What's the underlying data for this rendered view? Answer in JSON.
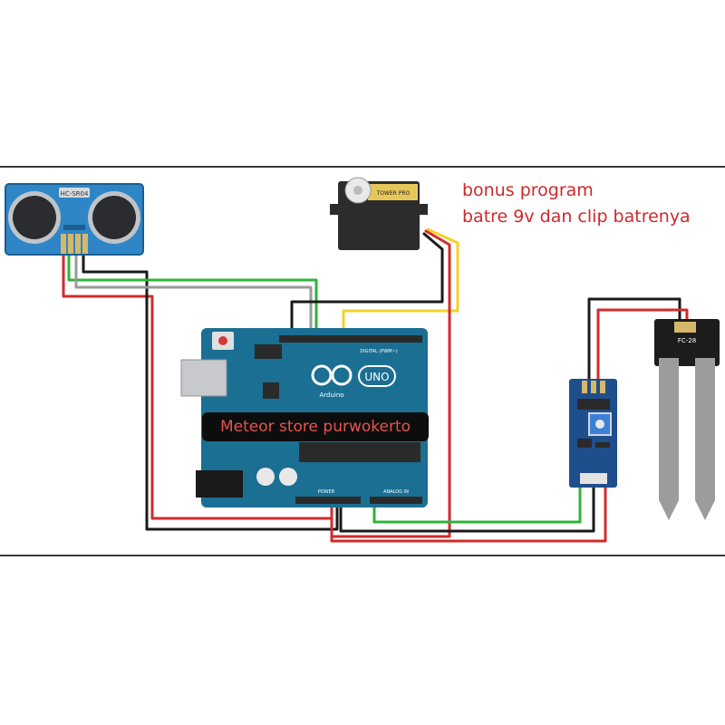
{
  "caption": {
    "line1": "bonus program",
    "line2": "batre 9v dan clip batrenya"
  },
  "watermark": "Meteor store purwokerto",
  "components": {
    "ultrasonic_label": "HC-SR04",
    "servo_label": "TOWER PRO",
    "arduino_brand": "Arduino",
    "arduino_model": "UNO",
    "arduino_digital_label": "DIGITAL (PWM~)",
    "arduino_analog_label": "ANALOG IN",
    "arduino_power_label": "POWER",
    "moisture_probe_label": "FC-28"
  },
  "colors": {
    "board": "#1b6f93",
    "sensor_blue": "#2f86c6",
    "module_blue": "#1f4e8c",
    "wire_red": "#d22b2b",
    "wire_black": "#1a1a1a",
    "wire_green": "#2fb33a",
    "wire_yellow": "#f2d32a",
    "wire_gray": "#9a9a9a",
    "caption_red": "#d0282c"
  }
}
